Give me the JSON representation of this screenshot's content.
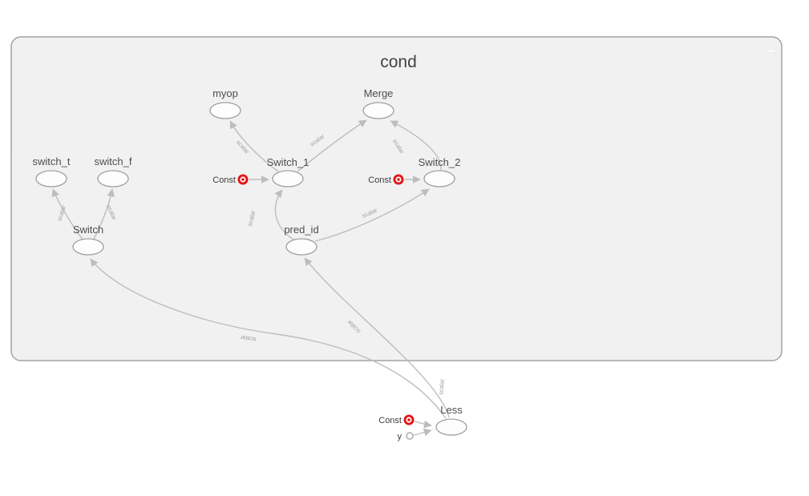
{
  "window": {
    "group_title": "cond",
    "collapse_button": "–"
  },
  "nodes": {
    "myop": {
      "label": "myop"
    },
    "merge": {
      "label": "Merge"
    },
    "switch_t": {
      "label": "switch_t"
    },
    "switch_f": {
      "label": "switch_f"
    },
    "switch_1": {
      "label": "Switch_1"
    },
    "switch_2": {
      "label": "Switch_2"
    },
    "switch": {
      "label": "Switch"
    },
    "pred_id": {
      "label": "pred_id"
    },
    "less": {
      "label": "Less"
    },
    "const_switch_1": {
      "label": "Const"
    },
    "const_switch_2": {
      "label": "Const"
    },
    "const_less": {
      "label": "Const"
    },
    "y": {
      "label": "y"
    }
  },
  "edges": {
    "shape_label": "scalar"
  },
  "colors": {
    "const_red": "#e31515",
    "edge_gray": "#bdbdbd",
    "node_stroke": "#9e9e9e",
    "group_fill": "#f1f1f1",
    "group_stroke": "#a3a3a3",
    "title_text": "#424242"
  }
}
